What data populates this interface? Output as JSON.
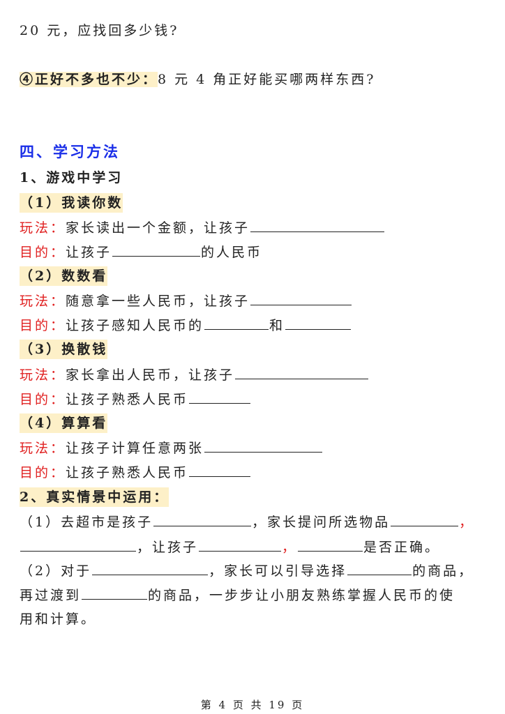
{
  "lines": {
    "l0": "20 元，应找回多少钱?",
    "l1_label": "④正好不多也不少：",
    "l1_text": "8 元 4 角正好能买哪两样东西?",
    "section4": "四、学习方法",
    "sub1": "1、游戏中学习",
    "g1_title": "（1）我读你数",
    "g1_play_label": "玩法：",
    "g1_play_text": "家长读出一个金额，让孩子",
    "g1_aim_label": "目的：",
    "g1_aim_text": "让孩子",
    "g1_aim_end": "的人民币",
    "g2_title": "（2）数数看",
    "g2_play_label": "玩法：",
    "g2_play_text": "随意拿一些人民币，让孩子",
    "g2_aim_label": "目的：",
    "g2_aim_text": "让孩子感知人民币的",
    "g2_aim_mid": "和",
    "g3_title": "（3）换散钱",
    "g3_play_label": "玩法：",
    "g3_play_text": "家长拿出人民币，让孩子",
    "g3_aim_label": "目的：",
    "g3_aim_text": "让孩子熟悉人民币",
    "g4_title": "（4）算算看",
    "g4_play_label": "玩法：",
    "g4_play_text": "让孩子计算任意两张",
    "g4_aim_label": "目的：",
    "g4_aim_text": "让孩子熟悉人民币",
    "sub2": "2、真实情景中运用：",
    "r1a": "（1）去超市是孩子",
    "r1b": "，家长提问所选物品",
    "comma_red": "，",
    "r2a": "，让孩子",
    "r2b": "是否正确。",
    "r3a": "（2）对于",
    "r3b": "，家长可以引导选择",
    "r3c": "的商品，",
    "r4a": "再过渡到",
    "r4b": "的商品，一步步让小朋友熟练掌握人民币的使",
    "r5": "用和计算。"
  },
  "footer": "第 4 页 共 19 页"
}
